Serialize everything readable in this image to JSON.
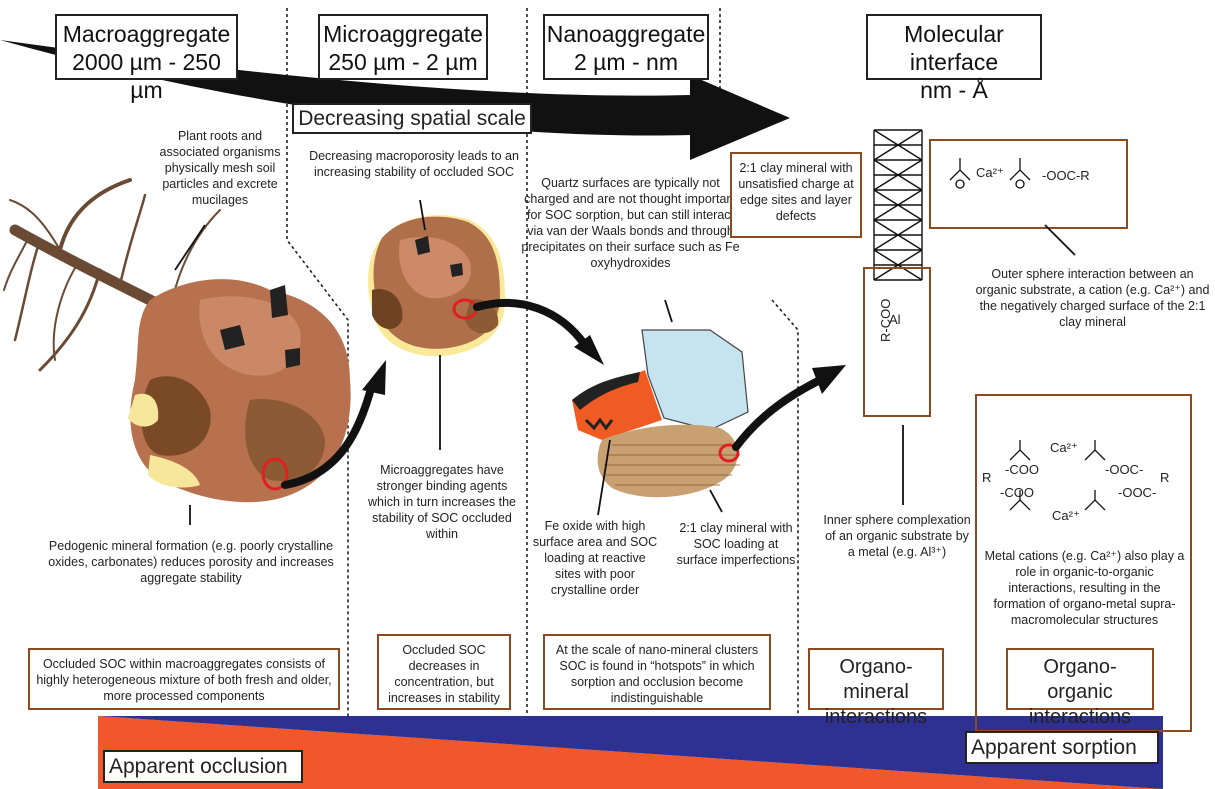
{
  "headers": {
    "macro": {
      "title": "Macroaggregate",
      "range": "2000 µm - 250 µm"
    },
    "micro": {
      "title": "Microaggregate",
      "range": "250 µm - 2 µm"
    },
    "nano": {
      "title": "Nanoaggregate",
      "range": "2 µm - nm"
    },
    "molecular": {
      "title": "Molecular interface",
      "range": "nm - Å"
    }
  },
  "scale_arrow_label": "Decreasing spatial scale",
  "annotations": {
    "plant_roots": "Plant roots and associated organisms physically mesh soil particles and excrete mucilages",
    "pedogenic": "Pedogenic mineral formation (e.g. poorly crystalline oxides, carbonates) reduces porosity and increases aggregate stability",
    "macroporosity": "Decreasing macroporosity leads to an increasing stability of occluded SOC",
    "micro_binding": "Microaggregates have stronger binding agents which in turn increases the stability of SOC occluded within",
    "quartz": "Quartz surfaces are typically not charged and are not thought important for SOC sorption, but can still interact via van der Waals bonds and through precipitates on their surface such as Fe oxyhydroxides",
    "fe_oxide": "Fe oxide with high surface area and SOC loading at reactive sites with poor crystalline order",
    "clay_soc": "2:1 clay mineral with SOC loading at surface imperfections",
    "clay_mineral": "2:1 clay mineral with unsatisfied charge at edge sites and layer defects",
    "outer_sphere": "Outer sphere interaction between an organic substrate, a cation (e.g. Ca²⁺) and the negatively charged surface of the 2:1 clay mineral",
    "inner_sphere": "Inner sphere complexation of an organic substrate by a metal (e.g. Al³⁺)",
    "metal_cations": "Metal cations (e.g. Ca²⁺) also play a role in organic-to-organic interactions, resulting in the formation of organo-metal supra-macromolecular structures"
  },
  "bottom_boxes": {
    "macro": "Occluded SOC within macroaggregates consists of highly heterogeneous mixture of both fresh and older, more processed components",
    "micro": "Occluded SOC decreases in concentration, but increases in stability",
    "nano": "At the scale of nano-mineral clusters SOC is found in “hotspots” in which sorption and occlusion become indistinguishable",
    "organo_mineral": "Organo-mineral interactions",
    "organo_organic": "Organo-organic interactions"
  },
  "chem": {
    "ca": "Ca²⁺",
    "ooc_r": "-OOC-R",
    "al": "Al",
    "r_coo": "R-COO",
    "coo": "-COO",
    "ooc": "-OOC-",
    "r": "R"
  },
  "gradient": {
    "occlusion": "Apparent occlusion",
    "sorption": "Apparent sorption",
    "occlusion_color": "#f0572a",
    "sorption_color": "#2e3192"
  }
}
